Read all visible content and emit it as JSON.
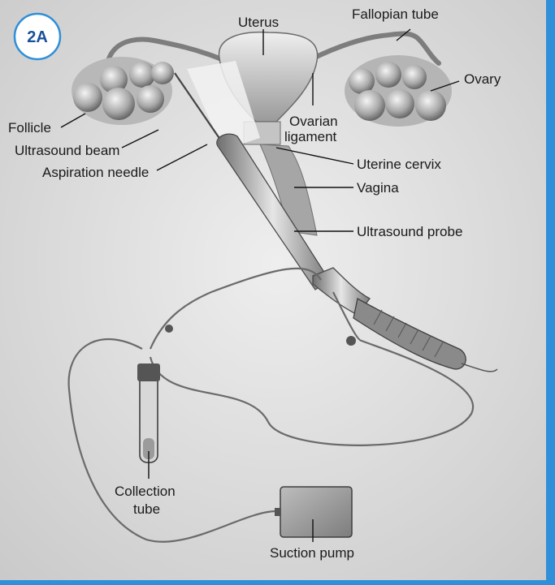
{
  "figure": {
    "badge": "2A",
    "colors": {
      "border": "#2f8fd8",
      "badge_text": "#1a4f9a",
      "background": "#dcdcdc"
    }
  },
  "labels": {
    "uterus": "Uterus",
    "fallopian_tube": "Fallopian tube",
    "ovary": "Ovary",
    "follicle": "Follicle",
    "ovarian_ligament_line1": "Ovarian",
    "ovarian_ligament_line2": "ligament",
    "ultrasound_beam": "Ultrasound beam",
    "aspiration_needle": "Aspiration needle",
    "uterine_cervix": "Uterine cervix",
    "vagina": "Vagina",
    "ultrasound_probe": "Ultrasound probe",
    "collection_tube_line1": "Collection",
    "collection_tube_line2": "tube",
    "suction_pump": "Suction pump"
  }
}
